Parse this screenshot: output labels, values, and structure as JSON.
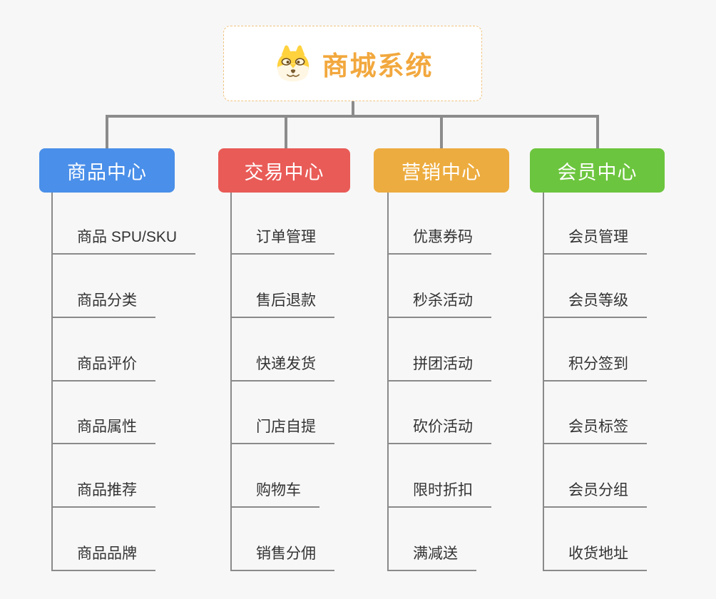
{
  "root": {
    "title": "商城系统",
    "icon": "dog-face-icon",
    "accent_color": "#F2A83E",
    "border_color": "#F0C37E"
  },
  "style": {
    "background_color": "#F7F7F7",
    "connector_color": "#8C8C8C",
    "item_text_color": "#333333"
  },
  "branches": [
    {
      "label": "商品中心",
      "color": "#4A8FE9",
      "items": [
        "商品 SPU/SKU",
        "商品分类",
        "商品评价",
        "商品属性",
        "商品推荐",
        "商品品牌"
      ]
    },
    {
      "label": "交易中心",
      "color": "#E95B57",
      "items": [
        "订单管理",
        "售后退款",
        "快递发货",
        "门店自提",
        "购物车",
        "销售分佣"
      ]
    },
    {
      "label": "营销中心",
      "color": "#EDAC3F",
      "items": [
        "优惠券码",
        "秒杀活动",
        "拼团活动",
        "砍价活动",
        "限时折扣",
        "满减送"
      ]
    },
    {
      "label": "会员中心",
      "color": "#6CC53E",
      "items": [
        "会员管理",
        "会员等级",
        "积分签到",
        "会员标签",
        "会员分组",
        "收货地址"
      ]
    }
  ]
}
